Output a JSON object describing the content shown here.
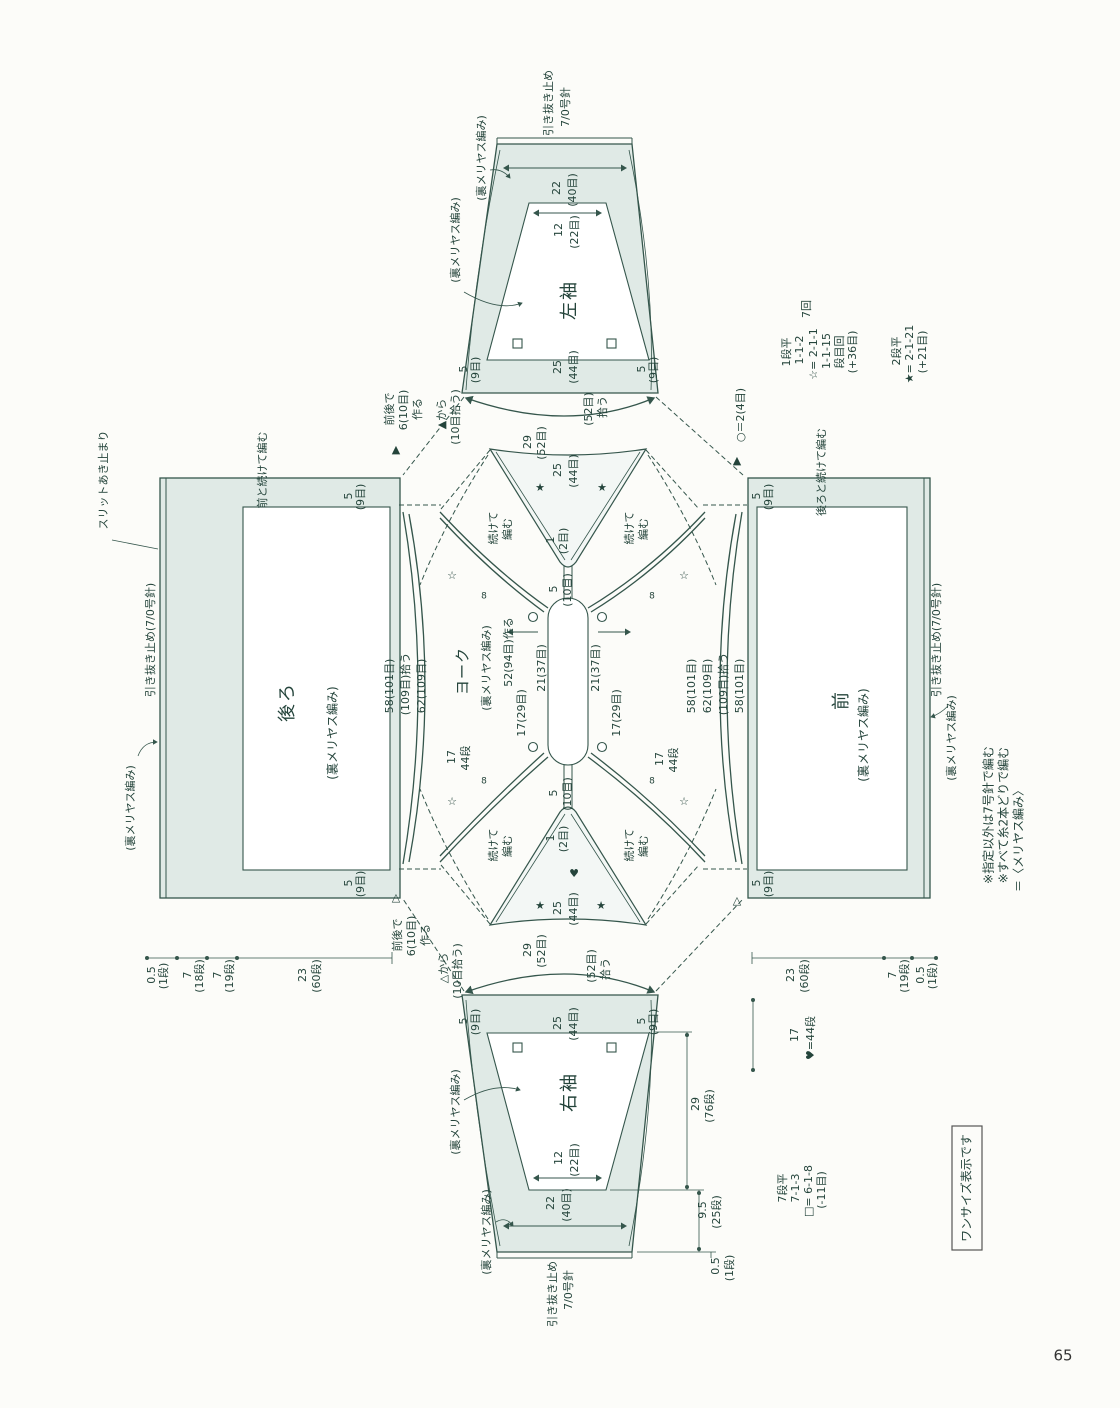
{
  "colors": {
    "ink": "#35564c",
    "text": "#24443b",
    "piece_fill": "#e0eae6",
    "paper": "#fcfcf9"
  },
  "page": {
    "number": "65",
    "size_note": "ワンサイズ表示です"
  },
  "notes": {
    "needle": "※指定以外は7号針で編む",
    "yarn": "※すべて糸2本どりで編む",
    "stitch": "＝〈メリヤス編み〉"
  },
  "legends": {
    "circle": "○＝2(4目)",
    "open_star": {
      "rows_flat": "1段平",
      "r1": "1-1-2",
      "r2": "☆= 2-1-1",
      "r3": "1-1-15",
      "cols": "段目回",
      "total": "(+36目)",
      "repeat": "7回"
    },
    "filled_star": {
      "rows_flat": "2段平",
      "r1": "★= 2-1-21",
      "total": "(+21目)"
    },
    "square": {
      "rows_flat": "7段平",
      "r1": "7-1-3",
      "r2": "□= 6-1-8",
      "total": "(-11目)"
    },
    "heart": {
      "cm": "17",
      "rows": "♥=44段"
    }
  },
  "pieces": {
    "left_sleeve": {
      "label": "左袖"
    },
    "right_sleeve": {
      "label": "右袖"
    },
    "back": {
      "label": "後ろ"
    },
    "front": {
      "label": "前"
    },
    "yoke": {
      "label": "ヨーク",
      "make": "52(94目)作る"
    }
  },
  "stitch_note": "(裏メリヤス編み)",
  "bindoff": {
    "l1": "引き抜き止め",
    "l2": "7/0号針",
    "inline": "引き抜き止め(7/0号針)"
  },
  "slit": "スリットあき止まり",
  "joins": {
    "front_cont": "前と続けて編む",
    "back_cont": "後ろと続けて編む",
    "cont1": "続けて",
    "cont2": "編む",
    "add1": "前後で",
    "add2": "6(10目)",
    "add3": "作る",
    "from_filled": "▲から",
    "from_open": "△から",
    "pick10": "(10目拾う)",
    "pick52": "拾う",
    "pick109": "(109目)拾う"
  },
  "dims": {
    "d22": "22",
    "d40m": "(40目)",
    "d12": "12",
    "d22m": "(22目)",
    "d25": "25",
    "d44m": "(44目)",
    "d5": "5",
    "d9m": "(9目)",
    "d29": "29",
    "d52m": "(52目)",
    "d1": "1",
    "d2m": "(2目)",
    "d10m": "(10目)",
    "d58": "58(101目)",
    "d62": "62(109目)",
    "d21": "21(37目)",
    "d17_29": "17(29目)",
    "d17": "17",
    "d44r": "44段",
    "d23": "23",
    "d60r": "(60段)",
    "d05": "0.5",
    "d1r": "(1段)",
    "d7": "7",
    "d18r": "(18段)",
    "d19r": "(19段)",
    "d76r": "(76段)",
    "d95": "9.5",
    "d25r": "(25段)",
    "d8": "8"
  },
  "marks": {
    "star": "★",
    "open_star": "☆",
    "tri_filled": "▲",
    "tri_open": "△",
    "heart": "♥"
  }
}
